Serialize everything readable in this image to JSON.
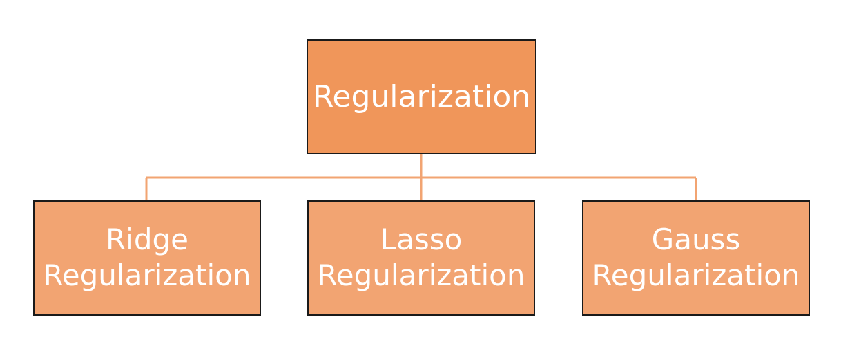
{
  "diagram": {
    "root": {
      "label": "Regularization"
    },
    "children": [
      {
        "line1": "Ridge",
        "line2": "Regularization"
      },
      {
        "line1": "Lasso",
        "line2": "Regularization"
      },
      {
        "line1": "Gauss",
        "line2": "Regularization"
      }
    ]
  },
  "colors": {
    "root_fill": "#f0965a",
    "child_fill": "#f2a472",
    "connector": "#f2a472",
    "border": "#1a1a1a",
    "text": "#ffffff"
  }
}
